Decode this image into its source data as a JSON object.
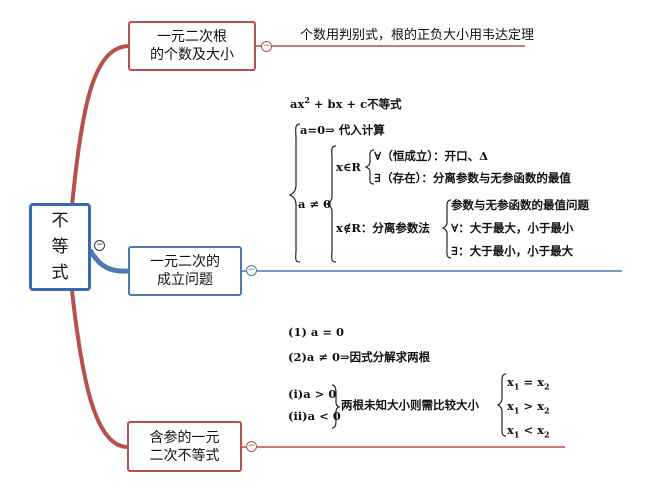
{
  "central": {
    "label_line1": "不",
    "label_line2": "等",
    "label_line3": "式"
  },
  "branch1": {
    "label_line1": "一元二次根",
    "label_line2": "的个数及大小",
    "note": "个数用判别式，根的正负大小用韦达定理"
  },
  "branch2": {
    "label_line1": "一元二次的",
    "label_line2": "成立问题",
    "header_prefix": "ax",
    "header_sup": "2",
    "header_rest": " + bx + c不等式",
    "case_a_zero": "a=0⇒ 代入计算",
    "case_a_nonzero": "a ≠ 0",
    "in_r": "x∈R",
    "forall_line": "∀（恒成立）：开口、Δ",
    "exists_line": "∃（存在）：分离参数与无参函数的最值",
    "not_in_r": "x∉R：分离参数法",
    "sep_title": "参数与无参函数的最值问题",
    "sep_forall": "∀：大于最大，小于最小",
    "sep_exists": "∃：大于最小，小于最大"
  },
  "branch3": {
    "label_line1": "含参的一元",
    "label_line2": "二次不等式",
    "item1": "(1) a = 0",
    "item2": "(2)a ≠ 0⇒因式分解求两根",
    "sub_i": "(i)a > 0",
    "sub_ii": "(ii)a < 0",
    "compare": "两根未知大小则需比较大小",
    "x1_eq": {
      "a": "x",
      "a_sub": "1",
      "op": " = ",
      "b": "x",
      "b_sub": "2"
    },
    "x1_gt": {
      "a": "x",
      "a_sub": "1",
      "op": " > ",
      "b": "x",
      "b_sub": "2"
    },
    "x1_lt": {
      "a": "x",
      "a_sub": "1",
      "op": " < ",
      "b": "x",
      "b_sub": "2"
    }
  },
  "toggle_symbol": "−",
  "colors": {
    "red_branch": "#b4524b",
    "blue_branch": "#4e79b3",
    "central_border": "#3a68b3"
  }
}
